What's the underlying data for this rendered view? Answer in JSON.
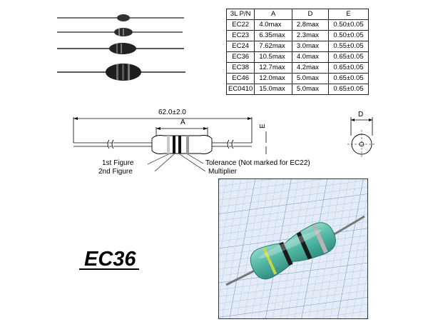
{
  "spec_table": {
    "headers": [
      "3L P/N",
      "A",
      "D",
      "E"
    ],
    "rows": [
      [
        "EC22",
        "4.0max",
        "2.8max",
        "0.50±0.05"
      ],
      [
        "EC23",
        "6.35max",
        "2.3max",
        "0.50±0.05"
      ],
      [
        "EC24",
        "7.62max",
        "3.0max",
        "0.55±0.05"
      ],
      [
        "EC36",
        "10.5max",
        "4.0max",
        "0.65±0.05"
      ],
      [
        "EC38",
        "12.7max",
        "4.2max",
        "0.65±0.05"
      ],
      [
        "EC46",
        "12.0max",
        "5.0max",
        "0.65±0.05"
      ],
      [
        "EC0410",
        "15.0max",
        "5.0max",
        "0.65±0.05"
      ]
    ]
  },
  "drawing": {
    "overall_length": "62.0±2.0",
    "body_length_label": "A",
    "diameter_label": "D",
    "lead_label": "E",
    "callouts": {
      "first_figure": "1st Figure",
      "second_figure": "2nd Figure",
      "tolerance": "Tolerance (Not marked for EC22)",
      "multiplier": "Multiplier"
    }
  },
  "part_title": "EC36"
}
